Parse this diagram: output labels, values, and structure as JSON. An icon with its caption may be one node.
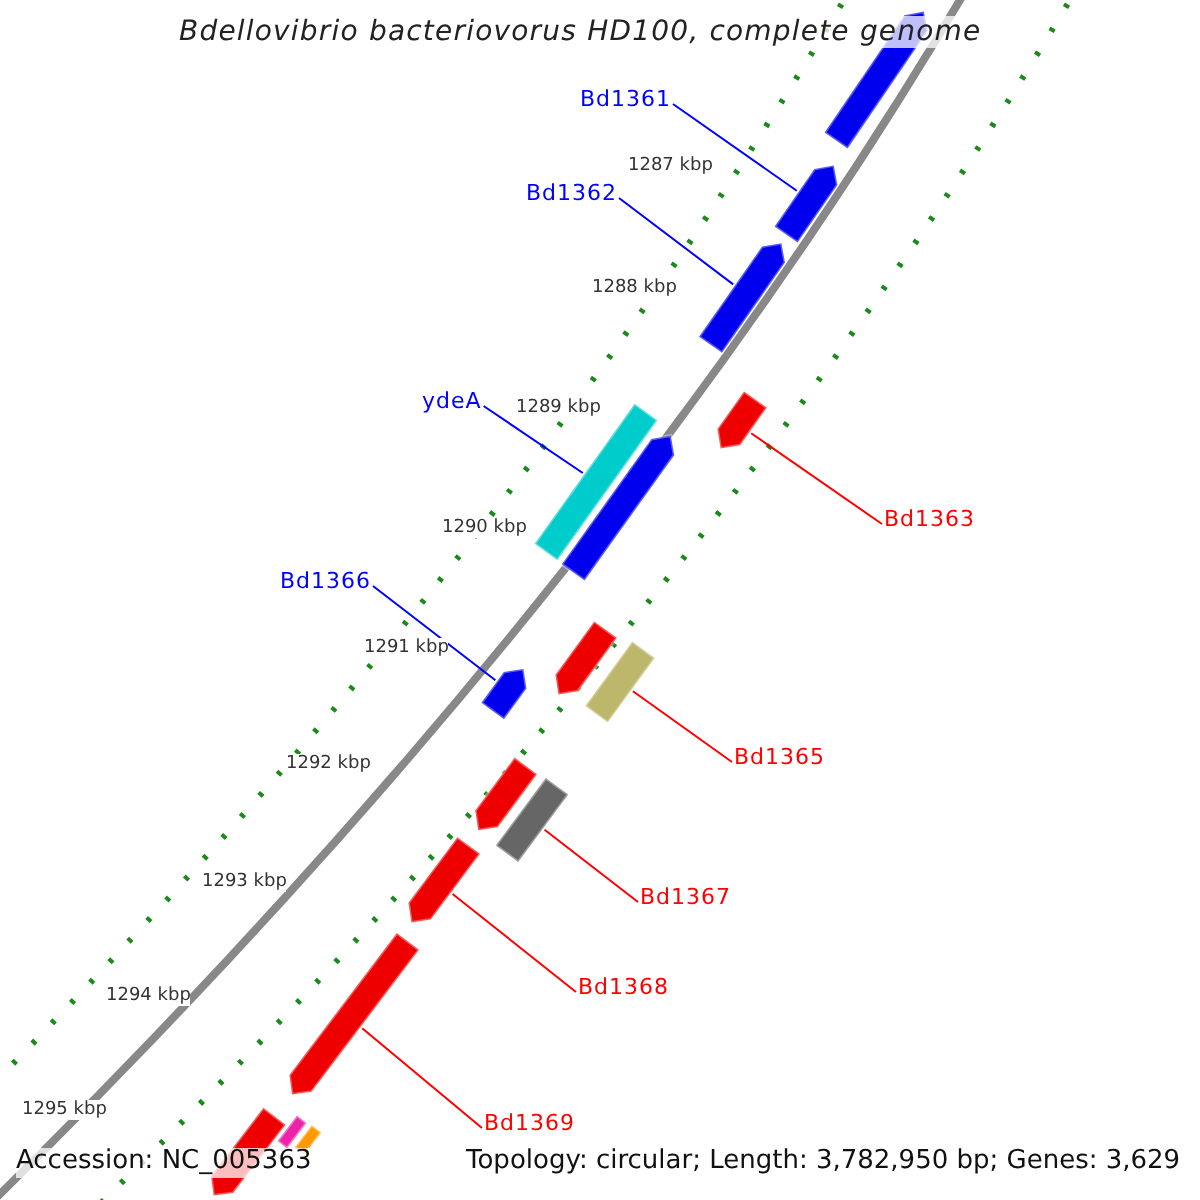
{
  "diagram": {
    "title": "Bdellovibrio bacteriovorus HD100, complete genome",
    "nodes": [
      {
        "text": [
          "Bd1361"
        ]
      },
      {
        "text": [
          "Bd1362"
        ]
      },
      {
        "text": [
          "ydeA"
        ]
      },
      {
        "text": [
          "Bd1363"
        ]
      },
      {
        "text": [
          "Bd1366"
        ]
      },
      {
        "text": [
          "Bd1365"
        ]
      },
      {
        "text": [
          "Bd1367"
        ]
      },
      {
        "text": [
          "Bd1368"
        ]
      },
      {
        "text": [
          "Bd1369"
        ]
      },
      {
        "text": [],
        "shape": "arrow"
      },
      {
        "text": [],
        "shape": "arrow"
      },
      {
        "text": [],
        "shape": "arrow"
      },
      {
        "text": [],
        "shape": "arrow"
      },
      {
        "text": [],
        "shape": "bar"
      },
      {
        "text": [],
        "shape": "arrow"
      },
      {
        "text": [],
        "shape": "arrow"
      },
      {
        "text": [],
        "shape": "bar"
      },
      {
        "text": [],
        "shape": "arrow"
      },
      {
        "text": [],
        "shape": "arrow"
      },
      {
        "text": [],
        "shape": "bar"
      },
      {
        "text": [],
        "shape": "arrow"
      },
      {
        "text": [],
        "shape": "arrow"
      },
      {
        "text": [],
        "shape": "arrow"
      },
      {
        "text": [],
        "shape": "bar"
      },
      {
        "text": [],
        "shape": "bar"
      }
    ],
    "edges": [
      {
        "from": 0,
        "to": 10,
        "arrow": "none",
        "color": "#0000ff"
      },
      {
        "from": 1,
        "to": 11,
        "arrow": "none",
        "color": "#0000ff"
      },
      {
        "from": 2,
        "to": 13,
        "arrow": "none",
        "color": "#0000ff"
      },
      {
        "from": 3,
        "to": 12,
        "arrow": "none"
      },
      {
        "from": 4,
        "to": 17,
        "arrow": "none",
        "color": "#0000ff"
      },
      {
        "from": 5,
        "to": 16,
        "arrow": "none"
      },
      {
        "from": 6,
        "to": 19,
        "arrow": "none"
      },
      {
        "from": 7,
        "to": 20,
        "arrow": "none"
      },
      {
        "from": 8,
        "to": 21,
        "arrow": "none"
      }
    ],
    "labels": [
      "1287 kbp",
      "1288 kbp",
      "1289 kbp",
      "1290 kbp",
      "1291 kbp",
      "1292 kbp",
      "1293 kbp",
      "1294 kbp",
      "1295 kbp",
      "Accession: NC_005363",
      "Topology: circular; Length: 3,782,950 bp; Genes: 3,629"
    ]
  }
}
